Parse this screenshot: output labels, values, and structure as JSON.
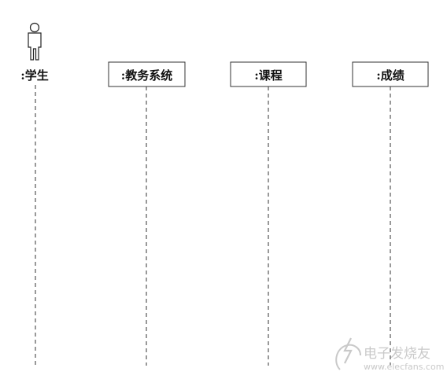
{
  "actor": {
    "label": ":学生",
    "icon": "person-icon"
  },
  "lifelines": [
    {
      "label": ":教务系统"
    },
    {
      "label": ":课程"
    },
    {
      "label": ":成绩"
    }
  ],
  "watermark": {
    "text_cn": "电子发烧友",
    "text_en": "www.elecfans.com",
    "icon": "elecfans-logo-icon"
  }
}
